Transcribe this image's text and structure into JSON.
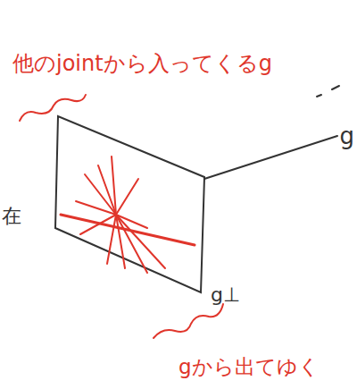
{
  "diagram": {
    "labels": [
      "他のjointから入ってくるg",
      "g",
      "在",
      "g⊥",
      "gから出てゆく"
    ]
  }
}
